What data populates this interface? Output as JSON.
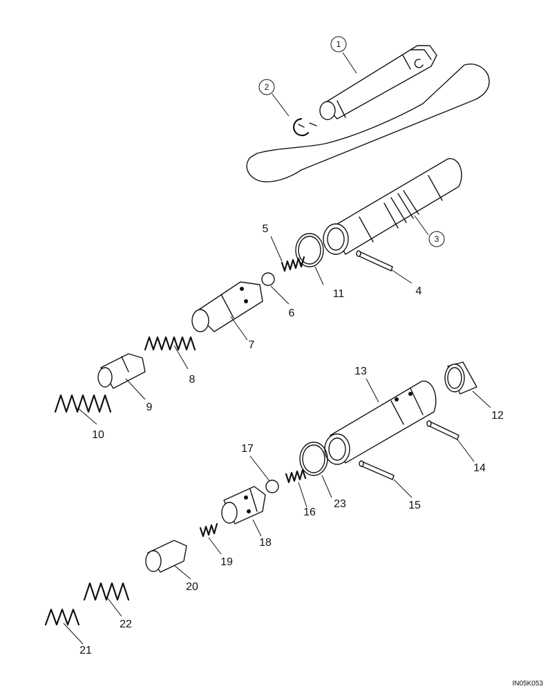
{
  "figure_id": "IN05K053",
  "callouts": {
    "c1": "1",
    "c2": "2",
    "c3": "3",
    "c4": "4",
    "c5": "5",
    "c6": "6",
    "c7": "7",
    "c8": "8",
    "c9": "9",
    "c10": "10",
    "c11": "11",
    "c12": "12",
    "c13": "13",
    "c14": "14",
    "c15": "15",
    "c16": "16",
    "c17": "17",
    "c18": "18",
    "c19": "19",
    "c20": "20",
    "c21": "21",
    "c22": "22",
    "c23": "23"
  }
}
